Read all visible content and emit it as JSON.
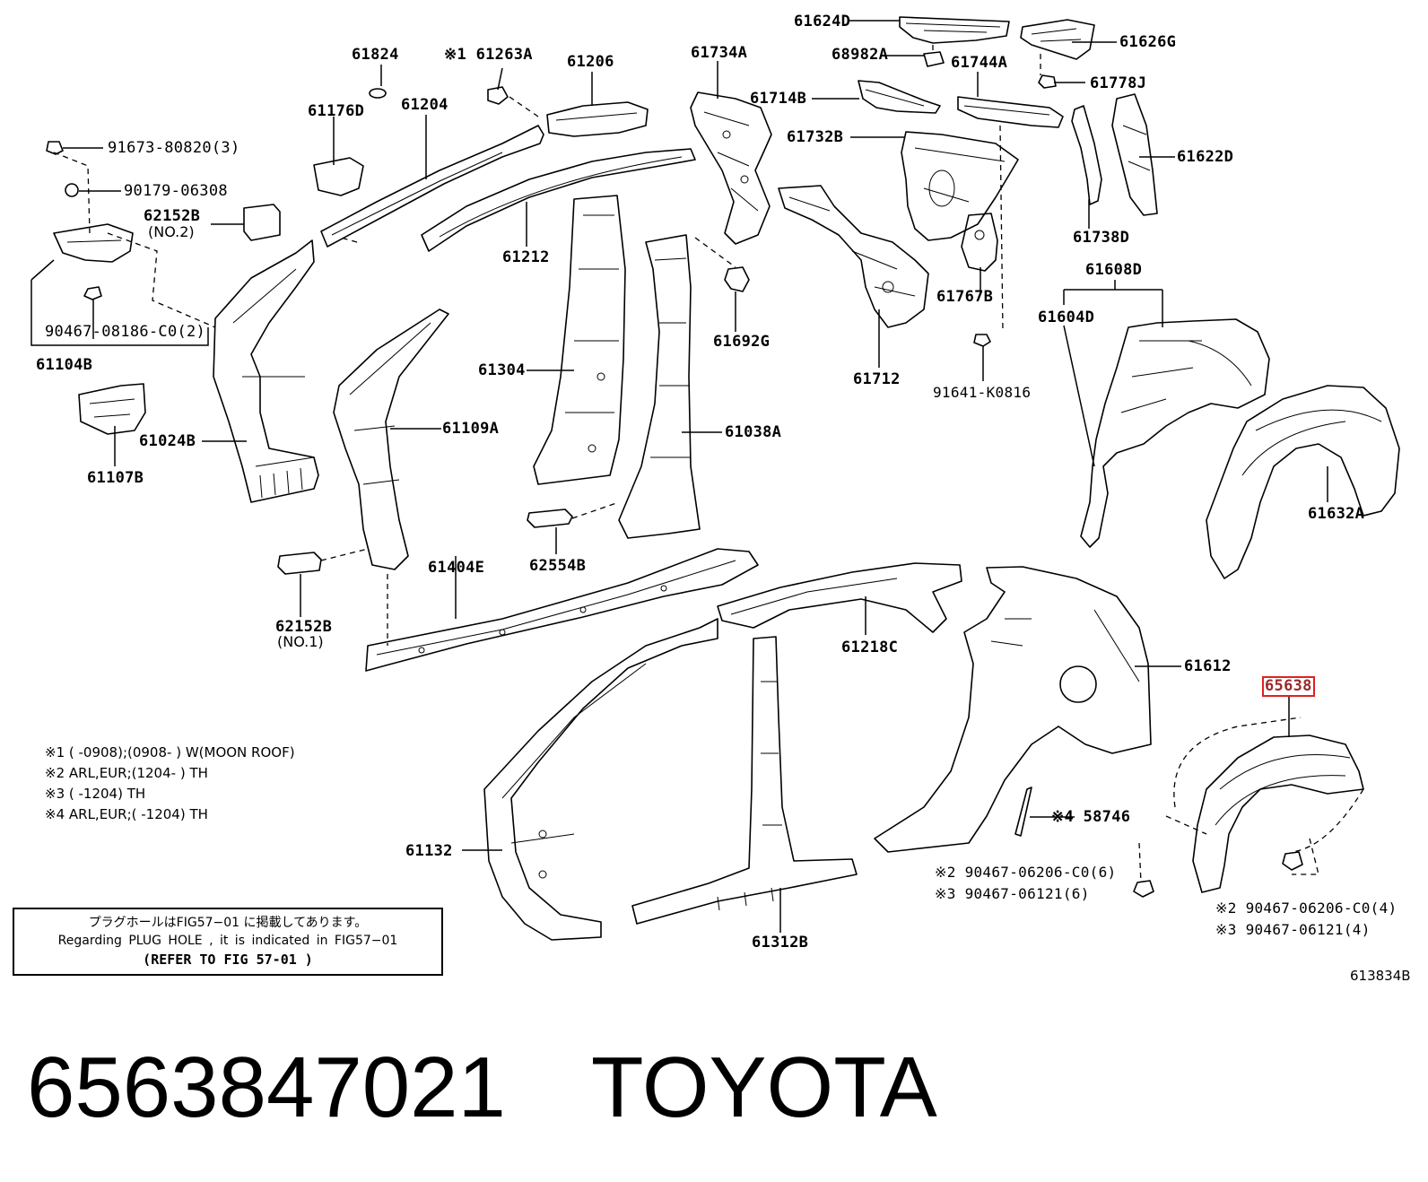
{
  "diagram": {
    "part_labels": [
      {
        "id": "61624D",
        "text": "61624D"
      },
      {
        "id": "61626G",
        "text": "61626G"
      },
      {
        "id": "68982A",
        "text": "68982A"
      },
      {
        "id": "61744A",
        "text": "61744A"
      },
      {
        "id": "61778J",
        "text": "61778J"
      },
      {
        "id": "61824",
        "text": "61824"
      },
      {
        "id": "61263A",
        "text": "※1 61263A"
      },
      {
        "id": "61206",
        "text": "61206"
      },
      {
        "id": "61734A",
        "text": "61734A"
      },
      {
        "id": "61714B",
        "text": "61714B"
      },
      {
        "id": "61732B",
        "text": "61732B"
      },
      {
        "id": "61622D",
        "text": "61622D"
      },
      {
        "id": "61176D",
        "text": "61176D"
      },
      {
        "id": "61204",
        "text": "61204"
      },
      {
        "id": "91673-80820",
        "text": "91673-80820(3)"
      },
      {
        "id": "90179-06308",
        "text": "90179-06308"
      },
      {
        "id": "62152B-2",
        "text": "62152B"
      },
      {
        "id": "61212",
        "text": "61212"
      },
      {
        "id": "61738D",
        "text": "61738D"
      },
      {
        "id": "61608D",
        "text": "61608D"
      },
      {
        "id": "61767B",
        "text": "61767B"
      },
      {
        "id": "61604D",
        "text": "61604D"
      },
      {
        "id": "90467-08186",
        "text": "90467-08186-C0(2)"
      },
      {
        "id": "61692G",
        "text": "61692G"
      },
      {
        "id": "61104B",
        "text": "61104B"
      },
      {
        "id": "61304",
        "text": "61304"
      },
      {
        "id": "61712",
        "text": "61712"
      },
      {
        "id": "91641-K0816",
        "text": "91641-K0816"
      },
      {
        "id": "61109A",
        "text": "61109A"
      },
      {
        "id": "61038A",
        "text": "61038A"
      },
      {
        "id": "61024B",
        "text": "61024B"
      },
      {
        "id": "61107B",
        "text": "61107B"
      },
      {
        "id": "61632A",
        "text": "61632A"
      },
      {
        "id": "62554B",
        "text": "62554B"
      },
      {
        "id": "61404E",
        "text": "61404E"
      },
      {
        "id": "62152B-1",
        "text": "62152B"
      },
      {
        "id": "61218C",
        "text": "61218C"
      },
      {
        "id": "61612",
        "text": "61612"
      },
      {
        "id": "65638",
        "text": "65638"
      },
      {
        "id": "58746",
        "text": "※4 58746"
      },
      {
        "id": "61132",
        "text": "61132"
      },
      {
        "id": "90467-06206-6",
        "text": "※2 90467-06206-C0(6)"
      },
      {
        "id": "90467-06121-6",
        "text": "※3 90467-06121(6)"
      },
      {
        "id": "90467-06206-4",
        "text": "※2 90467-06206-C0(4)"
      },
      {
        "id": "90467-06121-4",
        "text": "※3 90467-06121(4)"
      },
      {
        "id": "61312B",
        "text": "61312B"
      }
    ],
    "sub_labels": {
      "no2": "(NO.2)",
      "no1": "(NO.1)"
    },
    "highlighted_part": "65638",
    "highlight_color": "#e02020",
    "notes": [
      "※1 (      -0908);(0908-      ) W(MOON ROOF)",
      "※2 ARL,EUR;(1204-      ) TH",
      "※3 (      -1204) TH",
      "※4 ARL,EUR;(      -1204) TH"
    ],
    "reference_box": {
      "line1": "プラグホールはFIG57−01 に掲載してあります。",
      "line2": "Regarding PLUG HOLE , it is indicated in FIG57−01",
      "line3": "(REFER TO FIG 57-01 )"
    },
    "catalog_code": "613834B"
  },
  "footer": {
    "part_number": "6563847021",
    "brand": "TOYOTA"
  }
}
